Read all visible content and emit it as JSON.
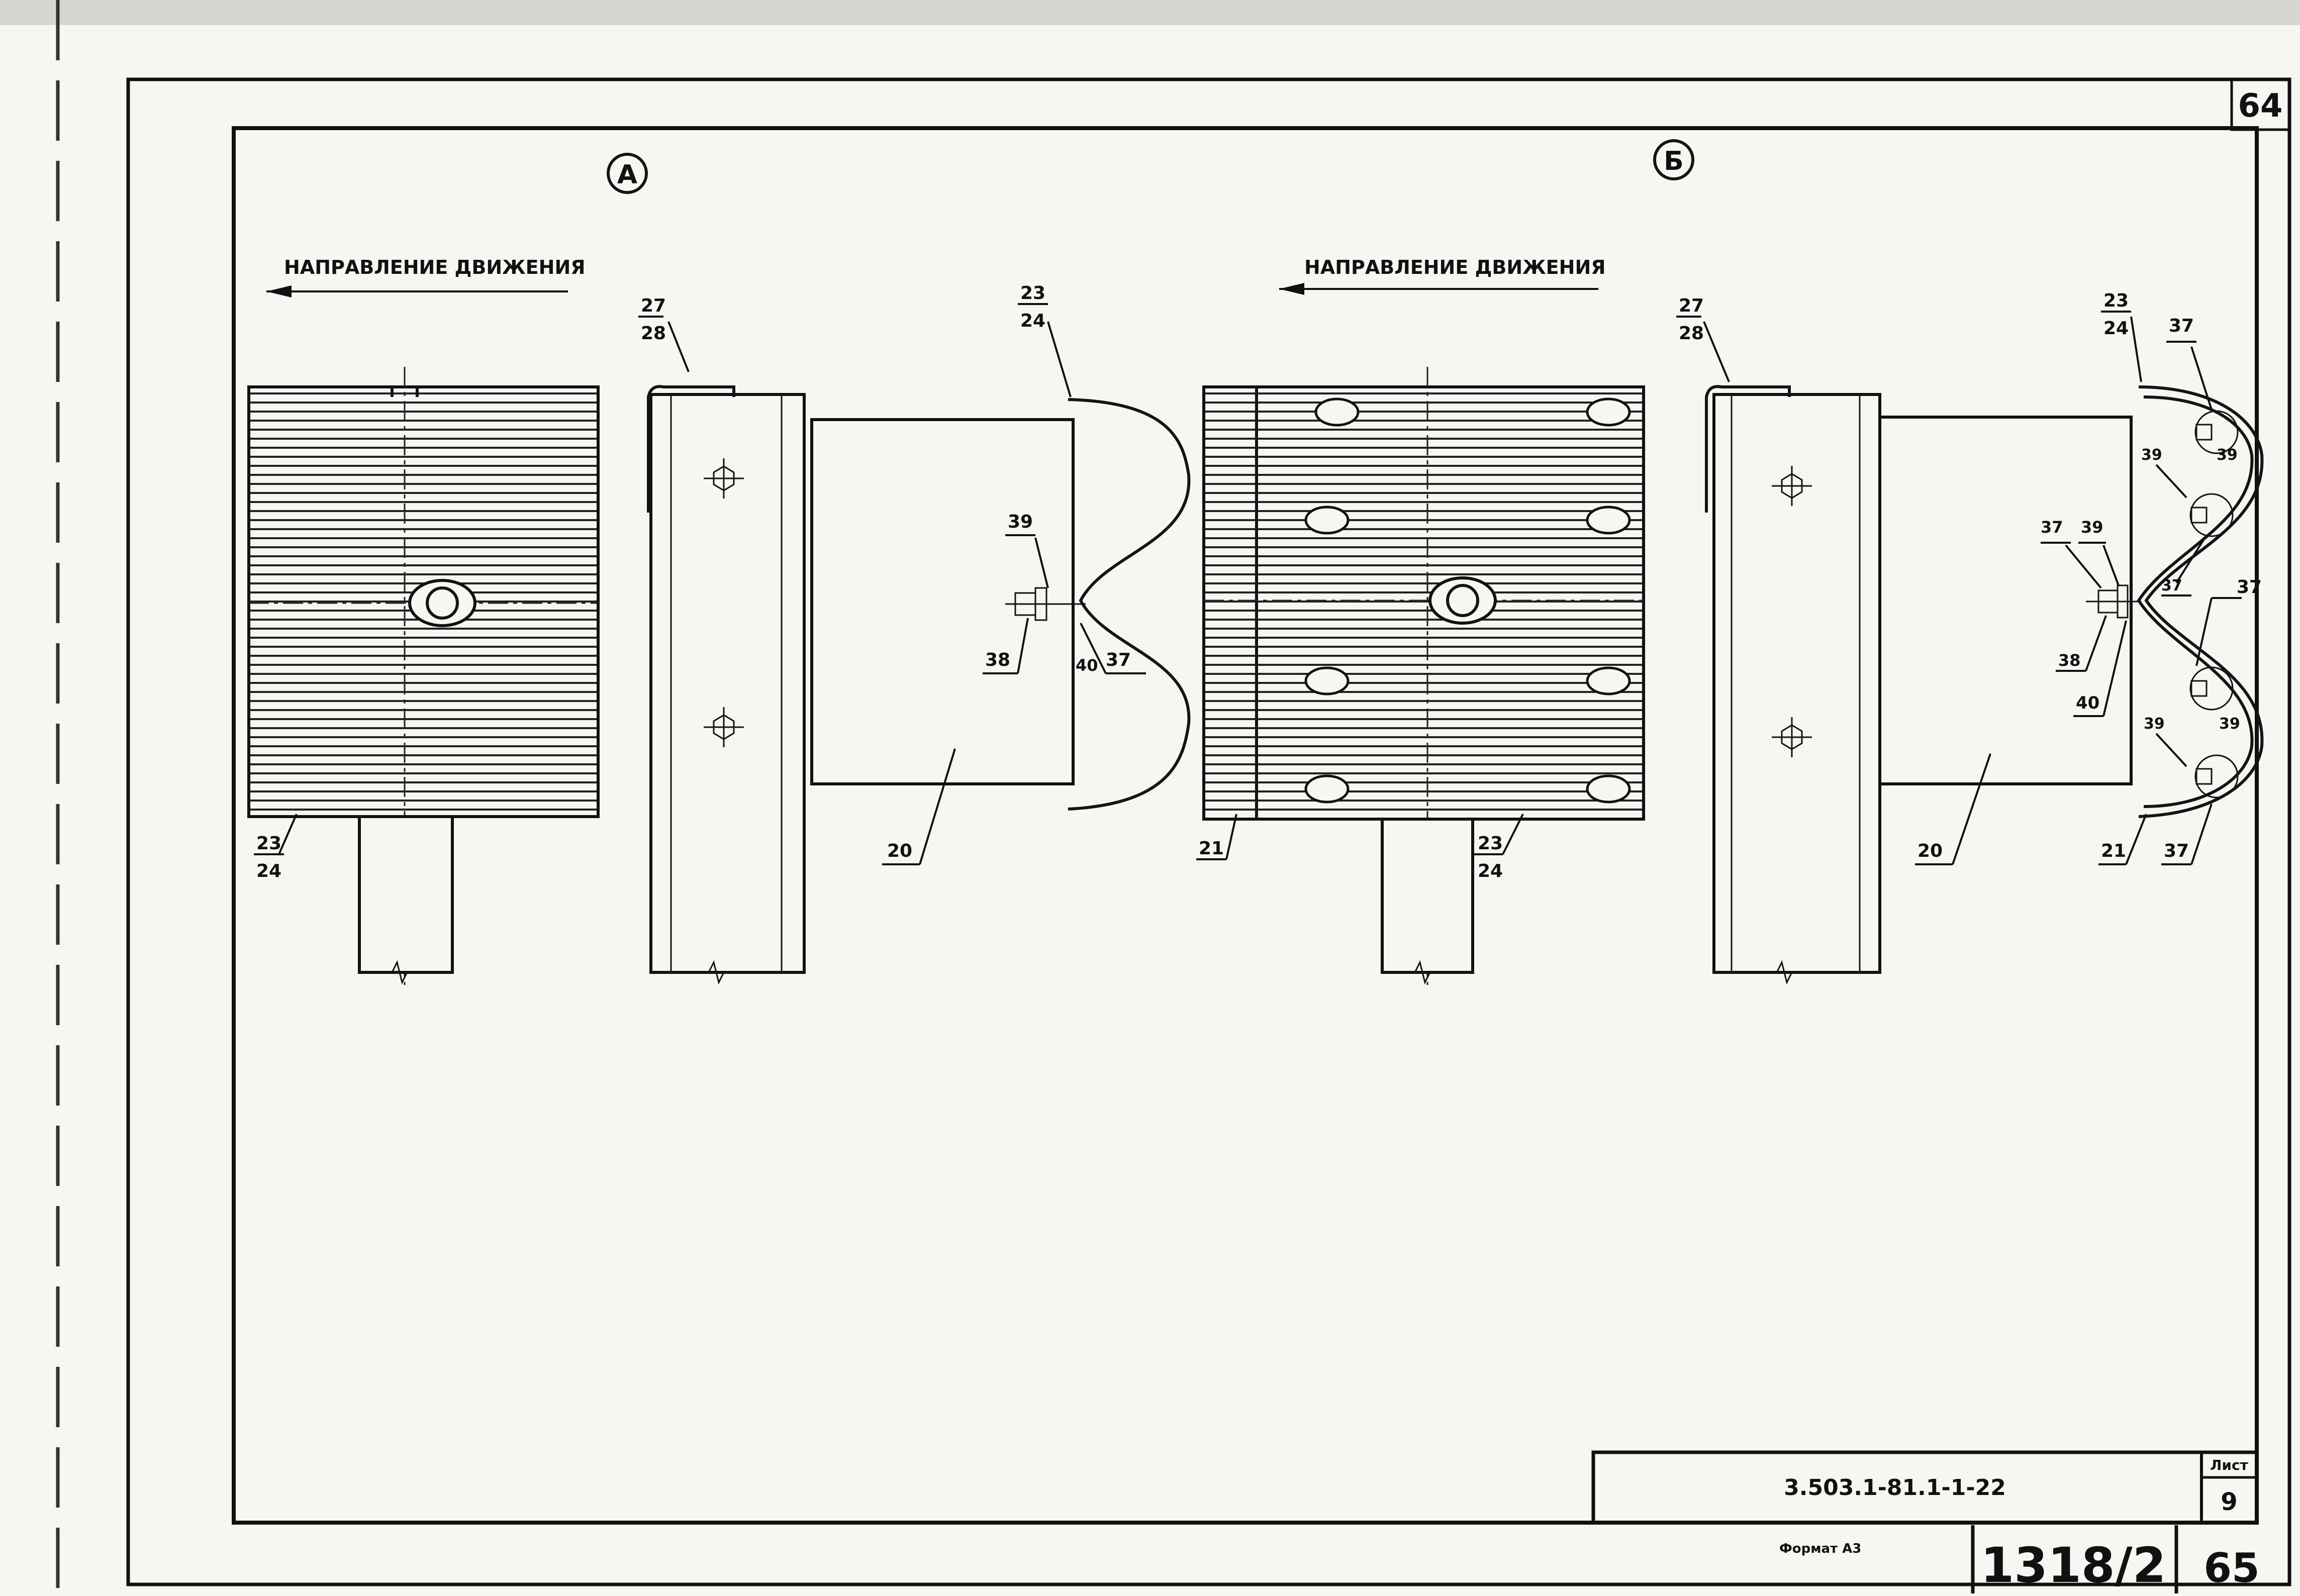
{
  "sheet": {
    "corner_number": "64",
    "bottom_page_number": "65",
    "archive_number": "1318/2",
    "format_label": "Формат А3"
  },
  "title_block": {
    "designation": "3.503.1-81.1-1-22",
    "sheet_label": "Лист",
    "sheet_number": "9"
  },
  "view_a": {
    "marker": "А",
    "direction_label": "НАПРАВЛЕНИЕ ДВИЖЕНИЯ",
    "callouts": {
      "plate_a": "23",
      "plate_b": "24",
      "top_a": "27",
      "top_b": "28",
      "beam_a": "23",
      "beam_b": "24",
      "bolt_39": "39",
      "nut_38": "38",
      "washer_40": "40",
      "bolt_37": "37",
      "bracket_20": "20"
    }
  },
  "view_b": {
    "marker": "Б",
    "direction_label": "НАПРАВЛЕНИЕ ДВИЖЕНИЯ",
    "callouts": {
      "plate_21": "21",
      "plate_a": "23",
      "plate_b": "24",
      "top_a": "27",
      "top_b": "28",
      "beam_a": "23",
      "beam_b": "24",
      "bolt_37_top": "37",
      "bolt_39_a": "39",
      "bolt_39_b": "39",
      "bolt_37_c": "37",
      "side_37": "37",
      "side_39": "39",
      "bolt_37_d": "37",
      "nut_38": "38",
      "washer_40": "40",
      "bolt_39_c": "39",
      "bolt_39_d": "39",
      "bracket_20": "20",
      "beam_21": "21",
      "bolt_37_bottom": "37"
    }
  }
}
